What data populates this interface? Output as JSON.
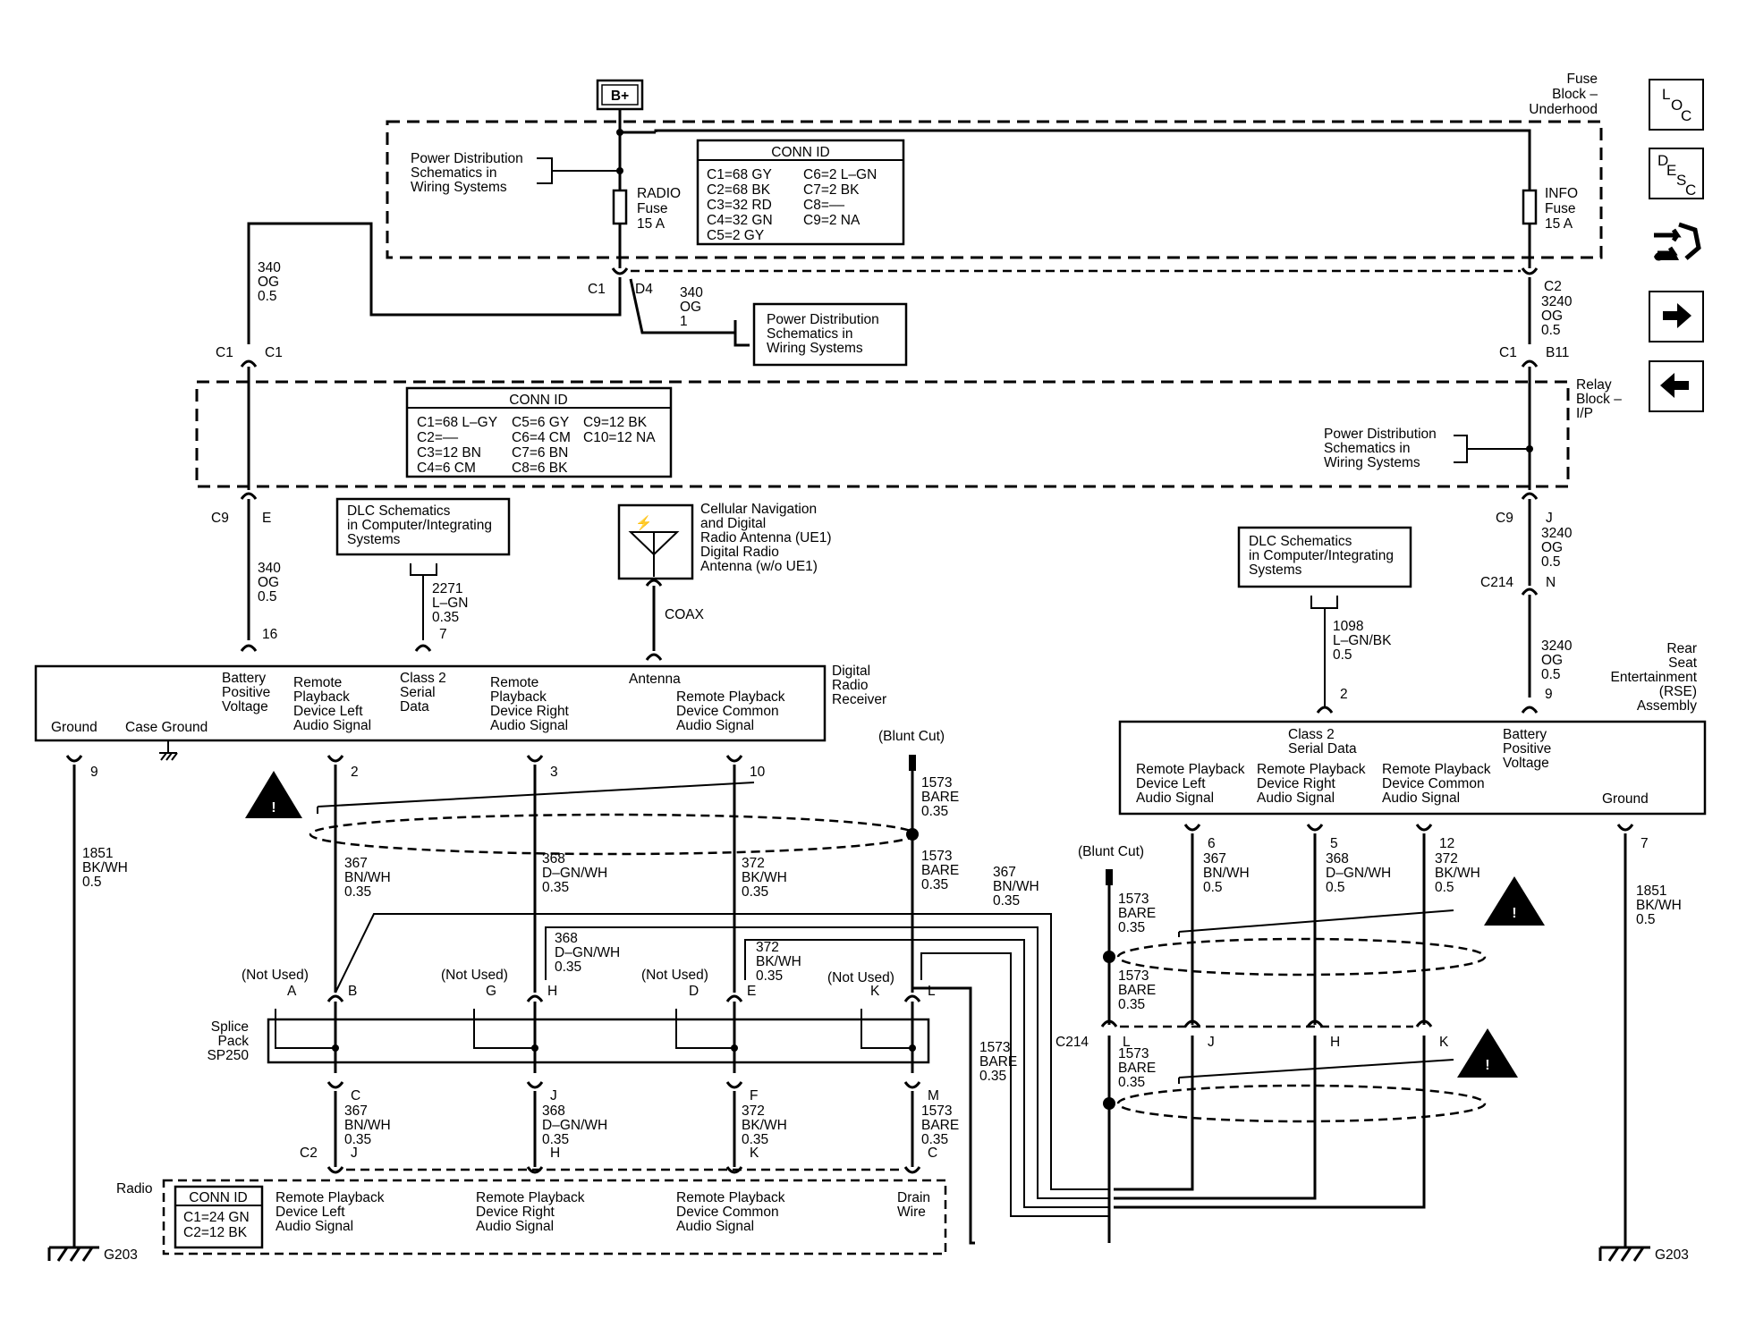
{
  "power": {
    "source": "B+",
    "fuse_block": [
      "Fuse",
      "Block –",
      "Underhood"
    ],
    "relay_block": [
      "Relay",
      "Block –",
      "I/P"
    ],
    "pdist": [
      "Power Distribution",
      "Schematics in",
      "Wiring Systems"
    ],
    "radio_fuse": [
      "RADIO",
      "Fuse",
      "15 A"
    ],
    "info_fuse": [
      "INFO",
      "Fuse",
      "15 A"
    ]
  },
  "conn_id_fuse": {
    "title": "CONN ID",
    "left": [
      "C1=68 GY",
      "C2=68 BK",
      "C3=32 RD",
      "C4=32 GN",
      "C5=2 GY"
    ],
    "right": [
      "C6=2 L–GN",
      "C7=2 BK",
      "C8=––",
      "C9=2 NA"
    ]
  },
  "conn_id_relay": {
    "title": "CONN ID",
    "c1": [
      "C1=68 L–GY",
      "C2=––",
      "C3=12 BN",
      "C4=6 CM"
    ],
    "c2": [
      "C5=6 GY",
      "C6=4 CM",
      "C7=6 BN",
      "C8=6 BK"
    ],
    "c3": [
      "C9=12 BK",
      "C10=12 NA"
    ]
  },
  "conn_id_radio": {
    "title": "CONN ID",
    "rows": [
      "C1=24 GN",
      "C2=12 BK"
    ]
  },
  "dlc": [
    "DLC Schematics",
    "in Computer/Integrating",
    "Systems"
  ],
  "antenna": {
    "label": [
      "Cellular Navigation",
      "and Digital",
      "Radio Antenna (UE1)",
      "Digital Radio",
      "Antenna (w/o UE1)"
    ],
    "coax": "COAX"
  },
  "receiver": {
    "name": [
      "Digital",
      "Radio",
      "Receiver"
    ],
    "ground": "Ground",
    "case_ground": "Case Ground",
    "battery": [
      "Battery",
      "Positive",
      "Voltage"
    ],
    "left_audio": [
      "Remote",
      "Playback",
      "Device Left",
      "Audio Signal"
    ],
    "class2": [
      "Class 2",
      "Serial",
      "Data"
    ],
    "right_audio": [
      "Remote",
      "Playback",
      "Device Right",
      "Audio Signal"
    ],
    "antenna": "Antenna",
    "common_audio": [
      "Remote Playback",
      "Device Common",
      "Audio Signal"
    ]
  },
  "rse": {
    "name": [
      "Rear",
      "Seat",
      "Entertainment",
      "(RSE)",
      "Assembly"
    ],
    "class2": [
      "Class 2",
      "Serial Data"
    ],
    "battery": [
      "Battery",
      "Positive",
      "Voltage"
    ],
    "left_audio": [
      "Remote Playback",
      "Device Left",
      "Audio Signal"
    ],
    "right_audio": [
      "Remote Playback",
      "Device Right",
      "Audio Signal"
    ],
    "common_audio": [
      "Remote Playback",
      "Device Common",
      "Audio Signal"
    ],
    "ground": "Ground"
  },
  "splice": {
    "name": [
      "Splice",
      "Pack",
      "SP250"
    ],
    "not_used": "(Not Used)",
    "top_pins": [
      "A",
      "B",
      "G",
      "H",
      "D",
      "E",
      "K",
      "L"
    ],
    "bottom_pins": [
      "C",
      "J",
      "F",
      "M"
    ]
  },
  "radio_conn": {
    "name": "Radio",
    "conn": "C2",
    "pins": [
      "J",
      "H",
      "K",
      "C"
    ],
    "left_audio": [
      "Remote Playback",
      "Device Left",
      "Audio Signal"
    ],
    "right_audio": [
      "Remote Playback",
      "Device Right",
      "Audio Signal"
    ],
    "common_audio": [
      "Remote Playback",
      "Device Common",
      "Audio Signal"
    ],
    "drain": [
      "Drain",
      "Wire"
    ]
  },
  "connectors": {
    "c1": "C1",
    "d4": "D4",
    "c2": "C2",
    "b11": "B11",
    "c9": "C9",
    "e": "E",
    "j": "J",
    "c214": "C214",
    "n": "N",
    "l": "L",
    "h": "H",
    "k": "K",
    "p16": "16",
    "p7": "7",
    "p9": "9",
    "p2": "2",
    "p3": "3",
    "p10": "10",
    "r2": "2",
    "r9": "9",
    "r6": "6",
    "r5": "5",
    "r12": "12",
    "r7": "7"
  },
  "wires": {
    "w340": [
      "340",
      "OG",
      "0.5"
    ],
    "w340_1": [
      "340",
      "OG",
      "1"
    ],
    "w3240": [
      "3240",
      "OG",
      "0.5"
    ],
    "w2271": [
      "2271",
      "L–GN",
      "0.35"
    ],
    "w1098": [
      "1098",
      "L–GN/BK",
      "0.5"
    ],
    "w1851": [
      "1851",
      "BK/WH",
      "0.5"
    ],
    "w367": [
      "367",
      "BN/WH",
      "0.35"
    ],
    "w368": [
      "368",
      "D–GN/WH",
      "0.35"
    ],
    "w372": [
      "372",
      "BK/WH",
      "0.35"
    ],
    "w1573": [
      "1573",
      "BARE",
      "0.35"
    ],
    "w367r": [
      "367",
      "BN/WH",
      "0.5"
    ],
    "w368r": [
      "368",
      "D–GN/WH",
      "0.5"
    ],
    "w372r": [
      "372",
      "BK/WH",
      "0.5"
    ]
  },
  "blunt_cut": "(Blunt Cut)",
  "ground_ref": "G203",
  "nav": {
    "loc": [
      "L",
      "O",
      "C"
    ],
    "desc": [
      "D",
      "E",
      "S",
      "C"
    ]
  }
}
